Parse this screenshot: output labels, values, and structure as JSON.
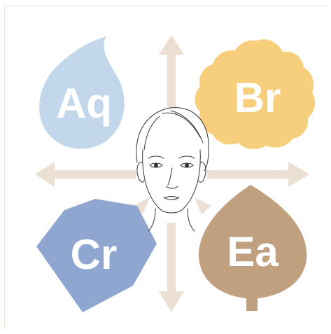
{
  "quadrants": {
    "top_left": {
      "code": "Aq",
      "shape": "water-drop",
      "color": "#c2d8ea"
    },
    "top_right": {
      "code": "Br",
      "shape": "scalloped-flower",
      "color": "#f7cf7c"
    },
    "bottom_left": {
      "code": "Cr",
      "shape": "crystal-gem",
      "color": "#8fa6d1"
    },
    "bottom_right": {
      "code": "Ea",
      "shape": "leaf",
      "color": "#c0a07e"
    }
  },
  "center": {
    "icon": "face-line-drawing"
  },
  "arrows": {
    "color": "#ecdfd4",
    "directions": [
      "up",
      "down",
      "left",
      "right",
      "up-left",
      "up-right"
    ]
  },
  "frame_color": "#efe4d8"
}
